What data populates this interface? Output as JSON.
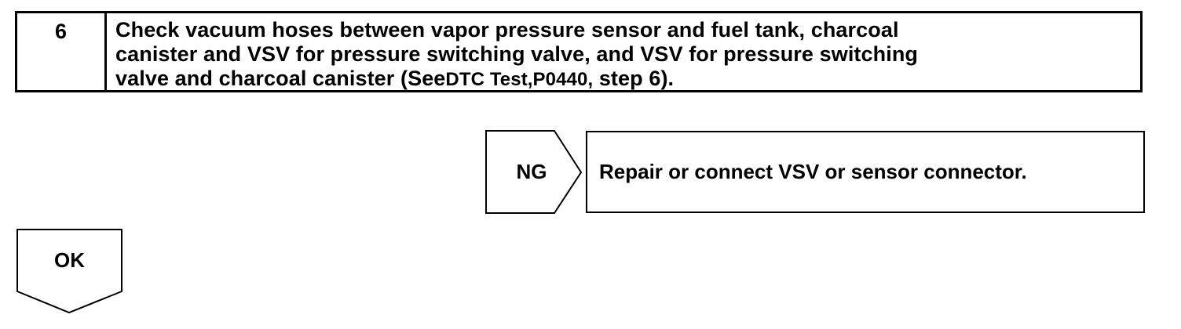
{
  "step": {
    "number": "6",
    "line1": "Check vacuum hoses between vapor pressure sensor and fuel tank, charcoal",
    "line2": "canister and VSV for pressure switching valve, and VSV for pressure switching",
    "line3_start": "valve and charcoal canister (See",
    "line3_ref": "DTC Test,P0440,",
    "line3_end": " step 6)."
  },
  "ng_branch": {
    "label": "NG",
    "action": "Repair or connect VSV or sensor connector."
  },
  "ok_branch": {
    "label": "OK"
  }
}
